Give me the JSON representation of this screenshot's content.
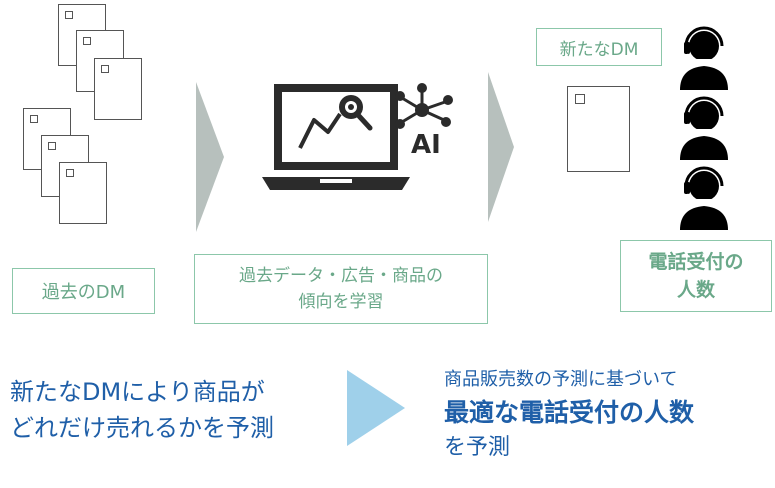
{
  "left": {
    "label": "過去のDM"
  },
  "center": {
    "label_line1": "過去データ・広告・商品の",
    "label_line2": "傾向を学習",
    "ai_text": "AI"
  },
  "right": {
    "new_dm_label": "新たなDM",
    "phone_label_line1": "電話受付の",
    "phone_label_line2": "人数"
  },
  "bottom": {
    "left_line1": "新たなDMにより商品が",
    "left_line2": "どれだけ売れるかを予測",
    "right_line1": "商品販売数の予測に基づいて",
    "right_line2": "最適な電話受付の人数",
    "right_line3": "を予測"
  },
  "colors": {
    "green": "#8cc7aa",
    "blue_text": "#1f5fa8",
    "grey_arrow": "#b7c0bd",
    "blue_arrow": "#9fd0ea"
  }
}
